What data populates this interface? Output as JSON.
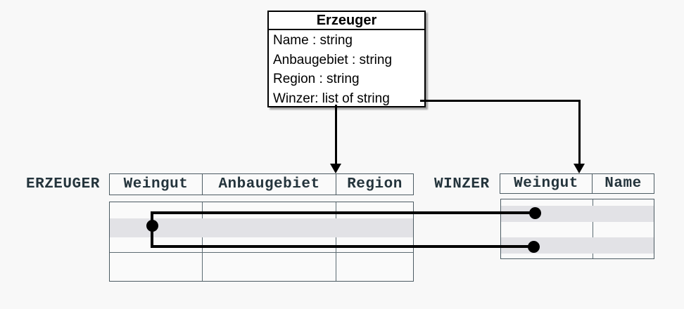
{
  "diagram": {
    "class_box": {
      "title": "Erzeuger",
      "attributes": [
        "Name : string",
        "Anbaugebiet : string",
        "Region : string",
        "Winzer: list of string"
      ]
    },
    "erzeuger_table": {
      "label": "ERZEUGER",
      "columns": [
        "Weingut",
        "Anbaugebiet",
        "Region"
      ],
      "row_count": 4,
      "highlighted_row_index": 1
    },
    "winzer_table": {
      "label": "WINZER",
      "columns": [
        "Weingut",
        "Name"
      ],
      "row_count": 4,
      "highlighted_row_indexes": [
        1,
        3
      ]
    },
    "relations": [
      "erzeuger.highlighted-row -> winzer.highlighted-row-1",
      "erzeuger.highlighted-row -> winzer.highlighted-row-2"
    ],
    "colors": {
      "background": "#f8f8f8",
      "table_border": "#4c5b63",
      "table_text": "#24343c",
      "row_highlight": "#e2e2e6",
      "connector": "#000000",
      "class_box_fill": "#ffffff",
      "class_box_border": "#000000"
    }
  }
}
